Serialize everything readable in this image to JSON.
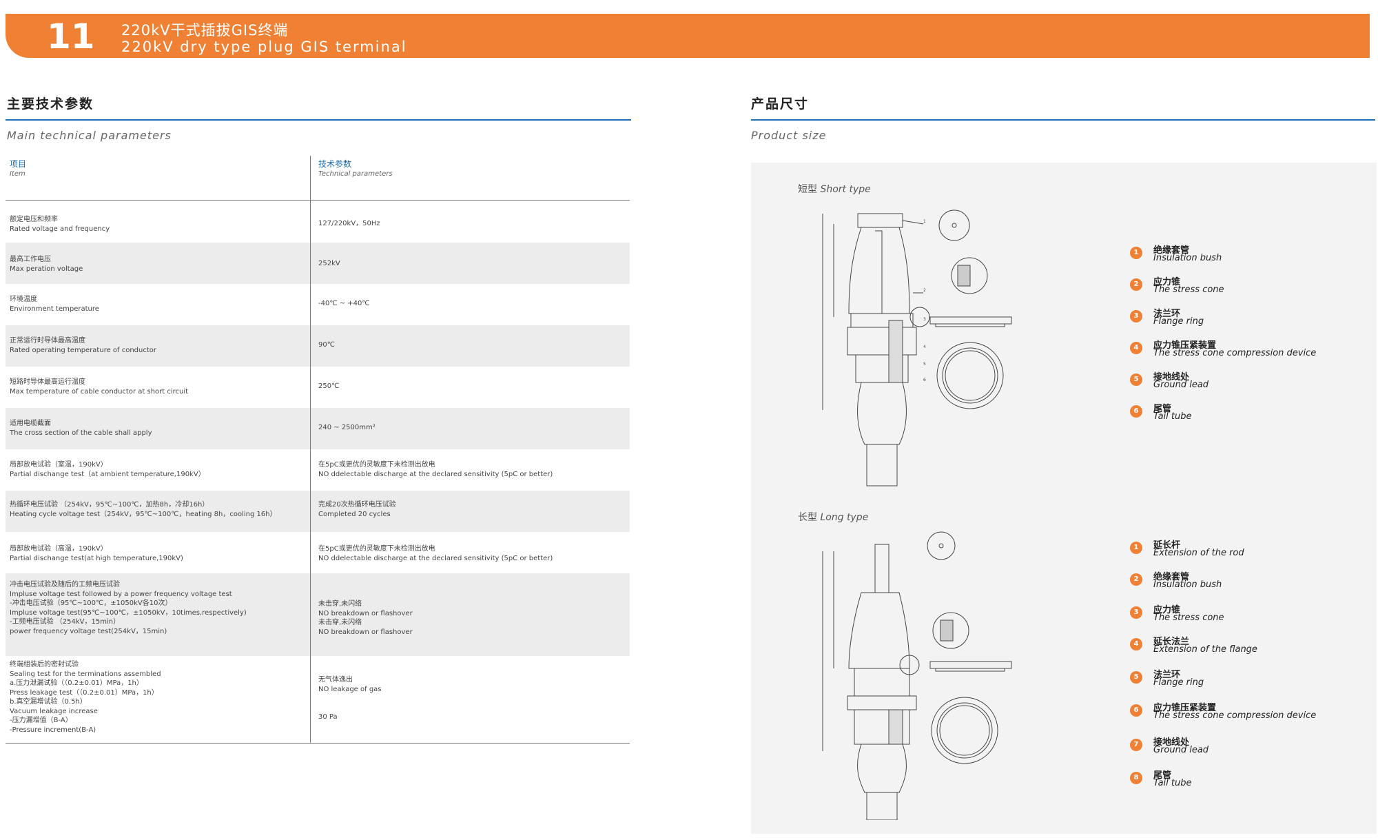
{
  "header": {
    "number": "11",
    "title_cn": "220kV干式插拔GIS终端",
    "title_en": "220kV dry type plug GIS terminal"
  },
  "left_section": {
    "title_cn": "主要技术参数",
    "title_en": "Main technical parameters"
  },
  "right_section": {
    "title_cn": "产品尺寸",
    "title_en": "Product size"
  },
  "table": {
    "header": {
      "item_cn": "项目",
      "item_en": "Item",
      "param_cn": "技术参数",
      "param_en": "Technical parameters"
    },
    "rows": [
      {
        "item": [
          "额定电压和频率",
          "Rated voltage and frequency"
        ],
        "value": [
          "127/220kV，50Hz"
        ]
      },
      {
        "item": [
          "最高工作电压",
          "Max peration voltage"
        ],
        "value": [
          "252kV"
        ]
      },
      {
        "item": [
          "环境温度",
          "Environment temperature"
        ],
        "value": [
          "-40℃ ~ +40℃"
        ]
      },
      {
        "item": [
          "正常运行时导体最高温度",
          "Rated operating temperature of conductor"
        ],
        "value": [
          "90℃"
        ]
      },
      {
        "item": [
          "短路时导体最高运行温度",
          "Max temperature of cable conductor at short circuit"
        ],
        "value": [
          "250℃"
        ]
      },
      {
        "item": [
          "适用电缆截面",
          "The cross section of the cable shall apply"
        ],
        "value": [
          "240 ~ 2500mm²"
        ]
      },
      {
        "item": [
          "局部放电试验（室温，190kV）",
          "Partial dischange test（at ambient temperature,190kV）"
        ],
        "value": [
          "在5pC或更优的灵敏度下未检测出放电",
          "NO ddelectable discharge at the declared sensitivity (5pC or better)"
        ]
      },
      {
        "item": [
          "热循环电压试验 （254kV，95℃~100℃，加热8h，冷却16h）",
          "Heating cycle voltage test（254kV，95℃~100℃，heating 8h，cooling 16h）"
        ],
        "value": [
          "完成20次热循环电压试验",
          "Completed 20 cycles"
        ]
      },
      {
        "item": [
          "局部放电试验（高温，190kV）",
          "Partial dischange test(at high temperature,190kV)"
        ],
        "value": [
          "在5pC或更优的灵敏度下未检测出放电",
          "NO ddelectable discharge at the declared sensitivity (5pC or better)"
        ]
      },
      {
        "item": [
          "冲击电压试验及随后的工频电压试验",
          "Impluse voltage test followed by a power frequency voltage test",
          "-冲击电压试验（95℃~100℃，±1050kV各10次）",
          "Impluse voltage test(95℃~100℃，±1050kV，10times,respectively)",
          "-工频电压试验 （254kV，15min）",
          "power frequency voltage test(254kV，15min)"
        ],
        "value": [
          "未击穿,未闪络",
          "NO breakdown or flashover",
          "未击穿,未闪络",
          "NO breakdown or flashover"
        ]
      },
      {
        "item": [
          "终端组装后的密封试验",
          "Sealing test for the terminations assembled",
          "a.压力泄漏试验（（0.2±0.01）MPa，1h）",
          "Press leakage test（（0.2±0.01）MPa，1h）",
          "b.真空漏增试验（0.5h）",
          "Vacuum leakage increase",
          "-压力漏增值（B-A）",
          "-Pressure increment(B-A)"
        ],
        "value": [
          "无气体逸出",
          "NO leakage of gas",
          "",
          "",
          "30 Pa"
        ]
      }
    ]
  },
  "short_type": {
    "label_cn": "短型",
    "label_en": "Short type",
    "legend": [
      {
        "n": "1",
        "cn": "绝缘套管",
        "en": "Insulation bush"
      },
      {
        "n": "2",
        "cn": "应力锥",
        "en": "The stress cone"
      },
      {
        "n": "3",
        "cn": "法兰环",
        "en": "Flange ring"
      },
      {
        "n": "4",
        "cn": "应力锥压紧装置",
        "en": "The stress cone compression device"
      },
      {
        "n": "5",
        "cn": "接地线处",
        "en": "Ground lead"
      },
      {
        "n": "6",
        "cn": "尾管",
        "en": "Tail tube"
      }
    ]
  },
  "long_type": {
    "label_cn": "长型",
    "label_en": "Long type",
    "legend": [
      {
        "n": "1",
        "cn": "延长杆",
        "en": "Extension of the rod"
      },
      {
        "n": "2",
        "cn": "绝缘套管",
        "en": "Insulation bush"
      },
      {
        "n": "3",
        "cn": "应力锥",
        "en": "The stress cone"
      },
      {
        "n": "4",
        "cn": "延长法兰",
        "en": "Extension of the flange"
      },
      {
        "n": "5",
        "cn": "法兰环",
        "en": "Flange ring"
      },
      {
        "n": "6",
        "cn": "应力锥压紧装置",
        "en": "The stress cone compression device"
      },
      {
        "n": "7",
        "cn": "接地线处",
        "en": "Ground lead"
      },
      {
        "n": "8",
        "cn": "尾管",
        "en": "Tail tube"
      }
    ]
  },
  "colors": {
    "accent": "#ef8034",
    "rule": "#1e6fb4",
    "shade": "#ececec"
  }
}
